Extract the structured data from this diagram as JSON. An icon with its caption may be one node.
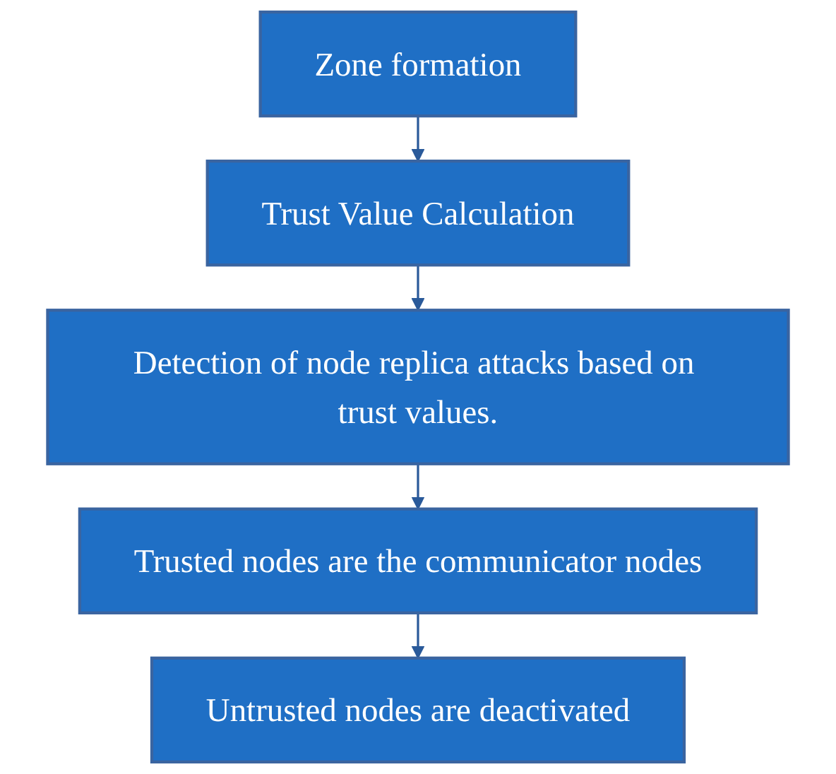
{
  "diagram": {
    "nodes": [
      {
        "text": [
          "Zone formation"
        ]
      },
      {
        "text": [
          "Trust Value Calculation"
        ]
      },
      {
        "text": [
          "Detection of node replica attacks based on trust values."
        ]
      },
      {
        "text": [
          "Trusted nodes are the communicator nodes"
        ]
      },
      {
        "text": [
          "Untrusted nodes are deactivated"
        ]
      }
    ],
    "edges": [
      {
        "from": 0,
        "to": 1,
        "arrow": "to"
      },
      {
        "from": 1,
        "to": 2,
        "arrow": "to"
      },
      {
        "from": 2,
        "to": 3,
        "arrow": "to"
      },
      {
        "from": 3,
        "to": 4,
        "arrow": "to"
      }
    ]
  }
}
